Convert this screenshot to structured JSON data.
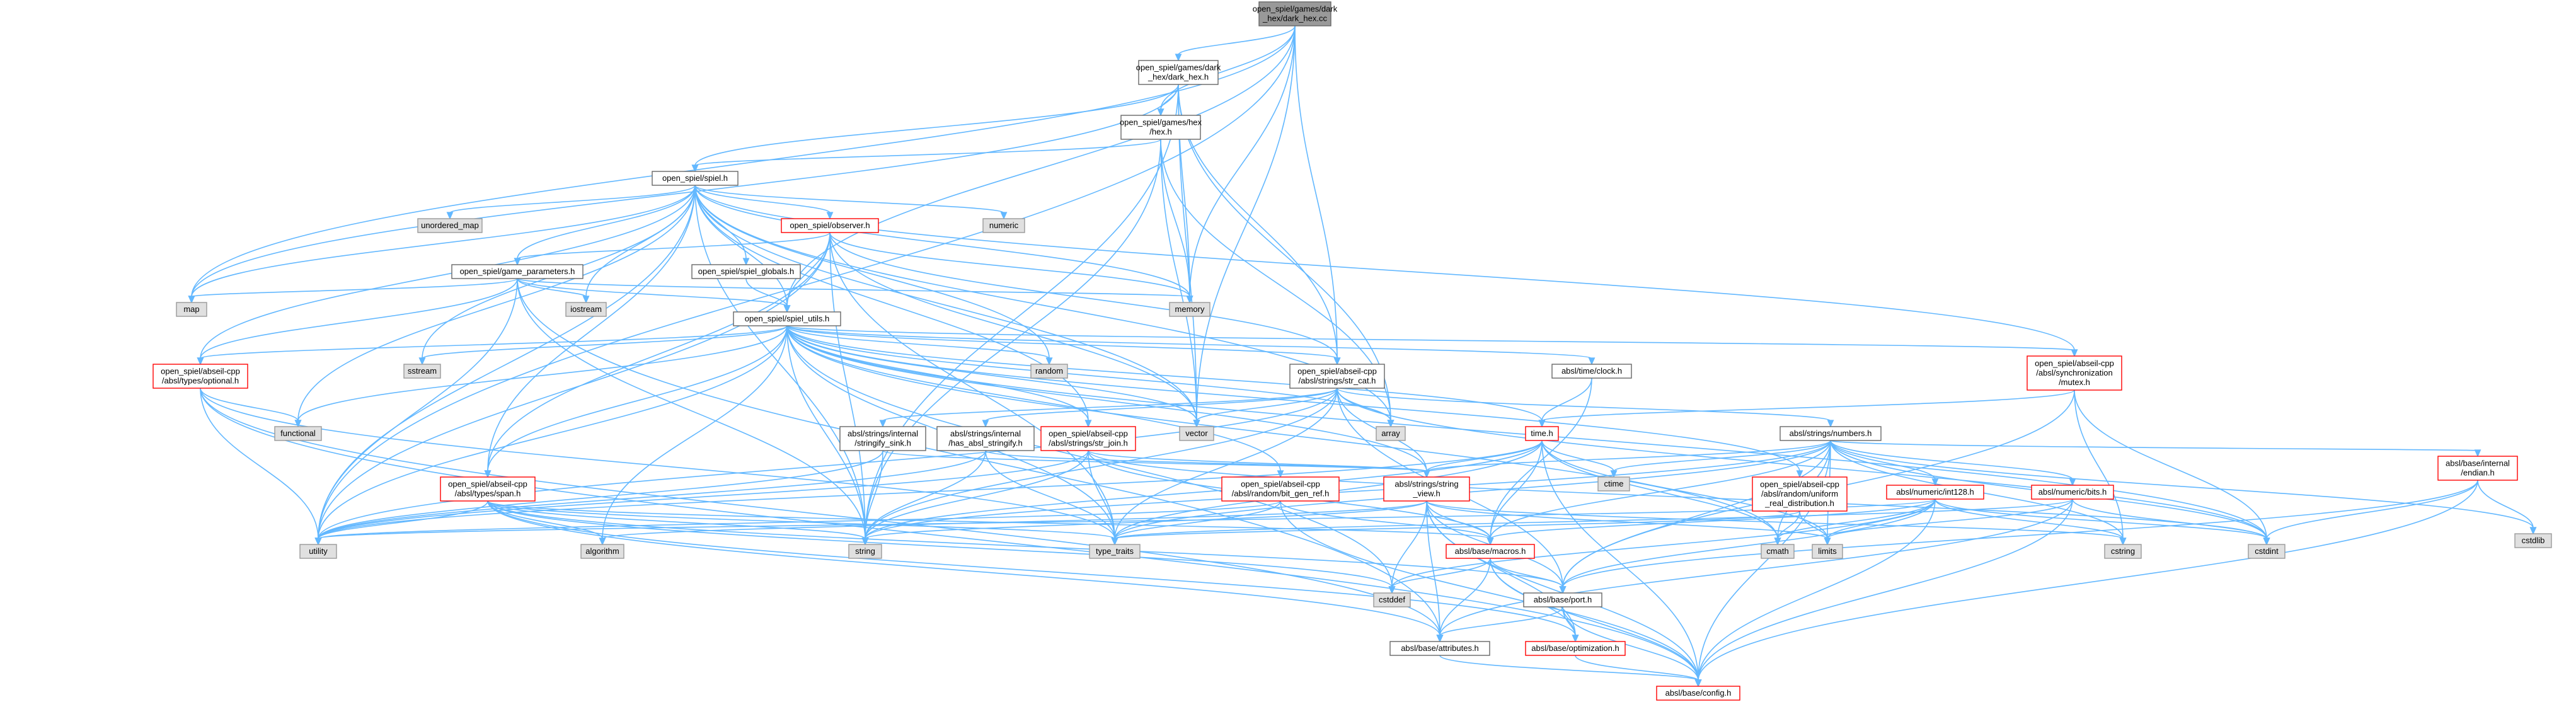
{
  "graph": {
    "colors": {
      "edge": "#63b8ff",
      "root_fill": "#999999",
      "root_border": "#666666",
      "normal_fill": "#ffffff",
      "normal_border": "#666666",
      "truncated_border": "#ff0000",
      "system_fill": "#e0e0e0",
      "system_border": "#999999"
    },
    "nodes": [
      {
        "id": "dark_hex_cc",
        "lines": [
          "open_spiel/games/dark",
          "_hex/dark_hex.cc"
        ],
        "kind": "root"
      },
      {
        "id": "dark_hex_h",
        "lines": [
          "open_spiel/games/dark",
          "_hex/dark_hex.h"
        ],
        "kind": "normal"
      },
      {
        "id": "hex_h",
        "lines": [
          "open_spiel/games/hex",
          "/hex.h"
        ],
        "kind": "normal"
      },
      {
        "id": "spiel_h",
        "lines": [
          "open_spiel/spiel.h"
        ],
        "kind": "normal"
      },
      {
        "id": "unordered_map",
        "lines": [
          "unordered_map"
        ],
        "kind": "system"
      },
      {
        "id": "observer_h",
        "lines": [
          "open_spiel/observer.h"
        ],
        "kind": "truncated"
      },
      {
        "id": "numeric",
        "lines": [
          "numeric"
        ],
        "kind": "system"
      },
      {
        "id": "game_parameters_h",
        "lines": [
          "open_spiel/game_parameters.h"
        ],
        "kind": "normal"
      },
      {
        "id": "spiel_globals_h",
        "lines": [
          "open_spiel/spiel_globals.h"
        ],
        "kind": "normal"
      },
      {
        "id": "map",
        "lines": [
          "map"
        ],
        "kind": "system"
      },
      {
        "id": "iostream",
        "lines": [
          "iostream"
        ],
        "kind": "system"
      },
      {
        "id": "memory",
        "lines": [
          "memory"
        ],
        "kind": "system"
      },
      {
        "id": "spiel_utils_h",
        "lines": [
          "open_spiel/spiel_utils.h"
        ],
        "kind": "normal"
      },
      {
        "id": "optional_h",
        "lines": [
          "open_spiel/abseil-cpp",
          "/absl/types/optional.h"
        ],
        "kind": "truncated"
      },
      {
        "id": "sstream",
        "lines": [
          "sstream"
        ],
        "kind": "system"
      },
      {
        "id": "random",
        "lines": [
          "random"
        ],
        "kind": "system"
      },
      {
        "id": "str_cat_h",
        "lines": [
          "open_spiel/abseil-cpp",
          "/absl/strings/str_cat.h"
        ],
        "kind": "normal"
      },
      {
        "id": "clock_h",
        "lines": [
          "absl/time/clock.h"
        ],
        "kind": "normal"
      },
      {
        "id": "mutex_h",
        "lines": [
          "open_spiel/abseil-cpp",
          "/absl/synchronization",
          "/mutex.h"
        ],
        "kind": "truncated"
      },
      {
        "id": "functional",
        "lines": [
          "functional"
        ],
        "kind": "system"
      },
      {
        "id": "vector",
        "lines": [
          "vector"
        ],
        "kind": "system"
      },
      {
        "id": "array",
        "lines": [
          "array"
        ],
        "kind": "system"
      },
      {
        "id": "stringify_sink_h",
        "lines": [
          "absl/strings/internal",
          "/stringify_sink.h"
        ],
        "kind": "normal"
      },
      {
        "id": "has_absl_stringify_h",
        "lines": [
          "absl/strings/internal",
          "/has_absl_stringify.h"
        ],
        "kind": "normal"
      },
      {
        "id": "str_join_h",
        "lines": [
          "open_spiel/abseil-cpp",
          "/absl/strings/str_join.h"
        ],
        "kind": "truncated"
      },
      {
        "id": "time_h",
        "lines": [
          "time.h"
        ],
        "kind": "truncated"
      },
      {
        "id": "numbers_h",
        "lines": [
          "absl/strings/numbers.h"
        ],
        "kind": "normal"
      },
      {
        "id": "endian_h",
        "lines": [
          "absl/base/internal",
          "/endian.h"
        ],
        "kind": "truncated"
      },
      {
        "id": "span_h",
        "lines": [
          "open_spiel/abseil-cpp",
          "/absl/types/span.h"
        ],
        "kind": "truncated"
      },
      {
        "id": "bit_gen_ref_h",
        "lines": [
          "open_spiel/abseil-cpp",
          "/absl/random/bit_gen_ref.h"
        ],
        "kind": "truncated"
      },
      {
        "id": "string_view_h",
        "lines": [
          "absl/strings/string",
          "_view.h"
        ],
        "kind": "truncated"
      },
      {
        "id": "ctime",
        "lines": [
          "ctime"
        ],
        "kind": "system"
      },
      {
        "id": "uniform_real_h",
        "lines": [
          "open_spiel/abseil-cpp",
          "/absl/random/uniform",
          "_real_distribution.h"
        ],
        "kind": "truncated"
      },
      {
        "id": "int128_h",
        "lines": [
          "absl/numeric/int128.h"
        ],
        "kind": "truncated"
      },
      {
        "id": "bits_h",
        "lines": [
          "absl/numeric/bits.h"
        ],
        "kind": "truncated"
      },
      {
        "id": "cstdlib",
        "lines": [
          "cstdlib"
        ],
        "kind": "system"
      },
      {
        "id": "utility",
        "lines": [
          "utility"
        ],
        "kind": "system"
      },
      {
        "id": "algorithm",
        "lines": [
          "algorithm"
        ],
        "kind": "system"
      },
      {
        "id": "string",
        "lines": [
          "string"
        ],
        "kind": "system"
      },
      {
        "id": "type_traits",
        "lines": [
          "type_traits"
        ],
        "kind": "system"
      },
      {
        "id": "macros_h",
        "lines": [
          "absl/base/macros.h"
        ],
        "kind": "truncated"
      },
      {
        "id": "cmath",
        "lines": [
          "cmath"
        ],
        "kind": "system"
      },
      {
        "id": "limits",
        "lines": [
          "limits"
        ],
        "kind": "system"
      },
      {
        "id": "cstring",
        "lines": [
          "cstring"
        ],
        "kind": "system"
      },
      {
        "id": "cstdint",
        "lines": [
          "cstdint"
        ],
        "kind": "system"
      },
      {
        "id": "cstddef",
        "lines": [
          "cstddef"
        ],
        "kind": "system"
      },
      {
        "id": "port_h",
        "lines": [
          "absl/base/port.h"
        ],
        "kind": "normal"
      },
      {
        "id": "attributes_h",
        "lines": [
          "absl/base/attributes.h"
        ],
        "kind": "normal"
      },
      {
        "id": "optimization_h",
        "lines": [
          "absl/base/optimization.h"
        ],
        "kind": "truncated"
      },
      {
        "id": "config_h",
        "lines": [
          "absl/base/config.h"
        ],
        "kind": "truncated"
      }
    ],
    "edges": [
      [
        "dark_hex_cc",
        "dark_hex_h"
      ],
      [
        "dark_hex_cc",
        "hex_h"
      ],
      [
        "dark_hex_cc",
        "spiel_utils_h"
      ],
      [
        "dark_hex_cc",
        "memory"
      ],
      [
        "dark_hex_cc",
        "utility"
      ],
      [
        "dark_hex_cc",
        "vector"
      ],
      [
        "dark_hex_cc",
        "str_cat_h"
      ],
      [
        "dark_hex_cc",
        "map"
      ],
      [
        "dark_hex_h",
        "hex_h"
      ],
      [
        "dark_hex_h",
        "spiel_h"
      ],
      [
        "dark_hex_h",
        "memory"
      ],
      [
        "dark_hex_h",
        "vector"
      ],
      [
        "dark_hex_h",
        "str_cat_h"
      ],
      [
        "dark_hex_h",
        "array"
      ],
      [
        "dark_hex_h",
        "string"
      ],
      [
        "dark_hex_h",
        "map"
      ],
      [
        "hex_h",
        "spiel_h"
      ],
      [
        "hex_h",
        "memory"
      ],
      [
        "hex_h",
        "vector"
      ],
      [
        "hex_h",
        "array"
      ],
      [
        "hex_h",
        "string"
      ],
      [
        "spiel_h",
        "unordered_map"
      ],
      [
        "spiel_h",
        "observer_h"
      ],
      [
        "spiel_h",
        "numeric"
      ],
      [
        "spiel_h",
        "game_parameters_h"
      ],
      [
        "spiel_h",
        "spiel_globals_h"
      ],
      [
        "spiel_h",
        "spiel_utils_h"
      ],
      [
        "spiel_h",
        "map"
      ],
      [
        "spiel_h",
        "iostream"
      ],
      [
        "spiel_h",
        "memory"
      ],
      [
        "spiel_h",
        "sstream"
      ],
      [
        "spiel_h",
        "random"
      ],
      [
        "spiel_h",
        "functional"
      ],
      [
        "spiel_h",
        "vector"
      ],
      [
        "spiel_h",
        "optional_h"
      ],
      [
        "spiel_h",
        "mutex_h"
      ],
      [
        "spiel_h",
        "span_h"
      ],
      [
        "spiel_h",
        "str_join_h"
      ],
      [
        "spiel_h",
        "string"
      ],
      [
        "spiel_h",
        "utility"
      ],
      [
        "spiel_h",
        "array"
      ],
      [
        "observer_h",
        "game_parameters_h"
      ],
      [
        "observer_h",
        "spiel_utils_h"
      ],
      [
        "observer_h",
        "memory"
      ],
      [
        "observer_h",
        "vector"
      ],
      [
        "observer_h",
        "span_h"
      ],
      [
        "observer_h",
        "string"
      ],
      [
        "observer_h",
        "type_traits"
      ],
      [
        "observer_h",
        "utility"
      ],
      [
        "observer_h",
        "str_cat_h"
      ],
      [
        "game_parameters_h",
        "map"
      ],
      [
        "game_parameters_h",
        "iostream"
      ],
      [
        "game_parameters_h",
        "memory"
      ],
      [
        "game_parameters_h",
        "spiel_utils_h"
      ],
      [
        "game_parameters_h",
        "optional_h"
      ],
      [
        "game_parameters_h",
        "string"
      ],
      [
        "game_parameters_h",
        "utility"
      ],
      [
        "game_parameters_h",
        "attributes_h"
      ],
      [
        "spiel_globals_h",
        "spiel_utils_h"
      ],
      [
        "spiel_utils_h",
        "optional_h"
      ],
      [
        "spiel_utils_h",
        "sstream"
      ],
      [
        "spiel_utils_h",
        "random"
      ],
      [
        "spiel_utils_h",
        "str_cat_h"
      ],
      [
        "spiel_utils_h",
        "clock_h"
      ],
      [
        "spiel_utils_h",
        "mutex_h"
      ],
      [
        "spiel_utils_h",
        "functional"
      ],
      [
        "spiel_utils_h",
        "vector"
      ],
      [
        "spiel_utils_h",
        "array"
      ],
      [
        "spiel_utils_h",
        "str_join_h"
      ],
      [
        "spiel_utils_h",
        "span_h"
      ],
      [
        "spiel_utils_h",
        "bit_gen_ref_h"
      ],
      [
        "spiel_utils_h",
        "uniform_real_h"
      ],
      [
        "spiel_utils_h",
        "time_h"
      ],
      [
        "spiel_utils_h",
        "string_view_h"
      ],
      [
        "spiel_utils_h",
        "utility"
      ],
      [
        "spiel_utils_h",
        "algorithm"
      ],
      [
        "spiel_utils_h",
        "string"
      ],
      [
        "spiel_utils_h",
        "type_traits"
      ],
      [
        "spiel_utils_h",
        "cstdint"
      ],
      [
        "spiel_utils_h",
        "cstddef"
      ],
      [
        "spiel_utils_h",
        "cmath"
      ],
      [
        "optional_h",
        "functional"
      ],
      [
        "optional_h",
        "utility"
      ],
      [
        "optional_h",
        "type_traits"
      ],
      [
        "optional_h",
        "attributes_h"
      ],
      [
        "optional_h",
        "config_h"
      ],
      [
        "str_cat_h",
        "stringify_sink_h"
      ],
      [
        "str_cat_h",
        "has_absl_stringify_h"
      ],
      [
        "str_cat_h",
        "numbers_h"
      ],
      [
        "str_cat_h",
        "string_view_h"
      ],
      [
        "str_cat_h",
        "vector"
      ],
      [
        "str_cat_h",
        "array"
      ],
      [
        "str_cat_h",
        "string"
      ],
      [
        "str_cat_h",
        "type_traits"
      ],
      [
        "str_cat_h",
        "utility"
      ],
      [
        "str_cat_h",
        "cstdint"
      ],
      [
        "str_cat_h",
        "port_h"
      ],
      [
        "clock_h",
        "time_h"
      ],
      [
        "clock_h",
        "macros_h"
      ],
      [
        "mutex_h",
        "time_h"
      ],
      [
        "mutex_h",
        "cstdint"
      ],
      [
        "mutex_h",
        "cstring"
      ],
      [
        "mutex_h",
        "port_h"
      ],
      [
        "stringify_sink_h",
        "string"
      ],
      [
        "stringify_sink_h",
        "utility"
      ],
      [
        "stringify_sink_h",
        "string_view_h"
      ],
      [
        "has_absl_stringify_h",
        "string"
      ],
      [
        "has_absl_stringify_h",
        "type_traits"
      ],
      [
        "has_absl_stringify_h",
        "utility"
      ],
      [
        "has_absl_stringify_h",
        "string_view_h"
      ],
      [
        "str_join_h",
        "string_view_h"
      ],
      [
        "str_join_h",
        "string"
      ],
      [
        "str_join_h",
        "type_traits"
      ],
      [
        "str_join_h",
        "utility"
      ],
      [
        "str_join_h",
        "cstdint"
      ],
      [
        "str_join_h",
        "macros_h"
      ],
      [
        "time_h",
        "string_view_h"
      ],
      [
        "time_h",
        "ctime"
      ],
      [
        "time_h",
        "cmath"
      ],
      [
        "time_h",
        "limits"
      ],
      [
        "time_h",
        "string"
      ],
      [
        "time_h",
        "type_traits"
      ],
      [
        "time_h",
        "utility"
      ],
      [
        "time_h",
        "macros_h"
      ],
      [
        "time_h",
        "config_h"
      ],
      [
        "numbers_h",
        "endian_h"
      ],
      [
        "numbers_h",
        "int128_h"
      ],
      [
        "numbers_h",
        "bits_h"
      ],
      [
        "numbers_h",
        "string_view_h"
      ],
      [
        "numbers_h",
        "macros_h"
      ],
      [
        "numbers_h",
        "port_h"
      ],
      [
        "numbers_h",
        "config_h"
      ],
      [
        "numbers_h",
        "cstdlib"
      ],
      [
        "numbers_h",
        "cstring"
      ],
      [
        "numbers_h",
        "limits"
      ],
      [
        "numbers_h",
        "string"
      ],
      [
        "numbers_h",
        "type_traits"
      ],
      [
        "numbers_h",
        "cmath"
      ],
      [
        "numbers_h",
        "cstdint"
      ],
      [
        "numbers_h",
        "ctime"
      ],
      [
        "endian_h",
        "cstdlib"
      ],
      [
        "endian_h",
        "cstdint"
      ],
      [
        "endian_h",
        "port_h"
      ],
      [
        "endian_h",
        "config_h"
      ],
      [
        "span_h",
        "algorithm"
      ],
      [
        "span_h",
        "string"
      ],
      [
        "span_h",
        "type_traits"
      ],
      [
        "span_h",
        "utility"
      ],
      [
        "span_h",
        "cstddef"
      ],
      [
        "span_h",
        "attributes_h"
      ],
      [
        "span_h",
        "macros_h"
      ],
      [
        "span_h",
        "optimization_h"
      ],
      [
        "span_h",
        "port_h"
      ],
      [
        "bit_gen_ref_h",
        "type_traits"
      ],
      [
        "bit_gen_ref_h",
        "utility"
      ],
      [
        "bit_gen_ref_h",
        "macros_h"
      ],
      [
        "bit_gen_ref_h",
        "config_h"
      ],
      [
        "string_view_h",
        "string"
      ],
      [
        "string_view_h",
        "algorithm"
      ],
      [
        "string_view_h",
        "cstddef"
      ],
      [
        "string_view_h",
        "cstring"
      ],
      [
        "string_view_h",
        "limits"
      ],
      [
        "string_view_h",
        "macros_h"
      ],
      [
        "string_view_h",
        "attributes_h"
      ],
      [
        "string_view_h",
        "optimization_h"
      ],
      [
        "string_view_h",
        "port_h"
      ],
      [
        "string_view_h",
        "config_h"
      ],
      [
        "uniform_real_h",
        "cmath"
      ],
      [
        "uniform_real_h",
        "limits"
      ],
      [
        "uniform_real_h",
        "type_traits"
      ],
      [
        "int128_h",
        "cmath"
      ],
      [
        "int128_h",
        "limits"
      ],
      [
        "int128_h",
        "cstring"
      ],
      [
        "int128_h",
        "utility"
      ],
      [
        "int128_h",
        "cstdint"
      ],
      [
        "int128_h",
        "cstddef"
      ],
      [
        "int128_h",
        "macros_h"
      ],
      [
        "int128_h",
        "port_h"
      ],
      [
        "int128_h",
        "config_h"
      ],
      [
        "bits_h",
        "cstdint"
      ],
      [
        "bits_h",
        "limits"
      ],
      [
        "bits_h",
        "type_traits"
      ],
      [
        "bits_h",
        "attributes_h"
      ],
      [
        "bits_h",
        "config_h"
      ],
      [
        "macros_h",
        "cstddef"
      ],
      [
        "macros_h",
        "attributes_h"
      ],
      [
        "macros_h",
        "optimization_h"
      ],
      [
        "macros_h",
        "port_h"
      ],
      [
        "macros_h",
        "config_h"
      ],
      [
        "port_h",
        "attributes_h"
      ],
      [
        "port_h",
        "config_h"
      ],
      [
        "port_h",
        "optimization_h"
      ],
      [
        "attributes_h",
        "config_h"
      ],
      [
        "optimization_h",
        "config_h"
      ]
    ]
  }
}
